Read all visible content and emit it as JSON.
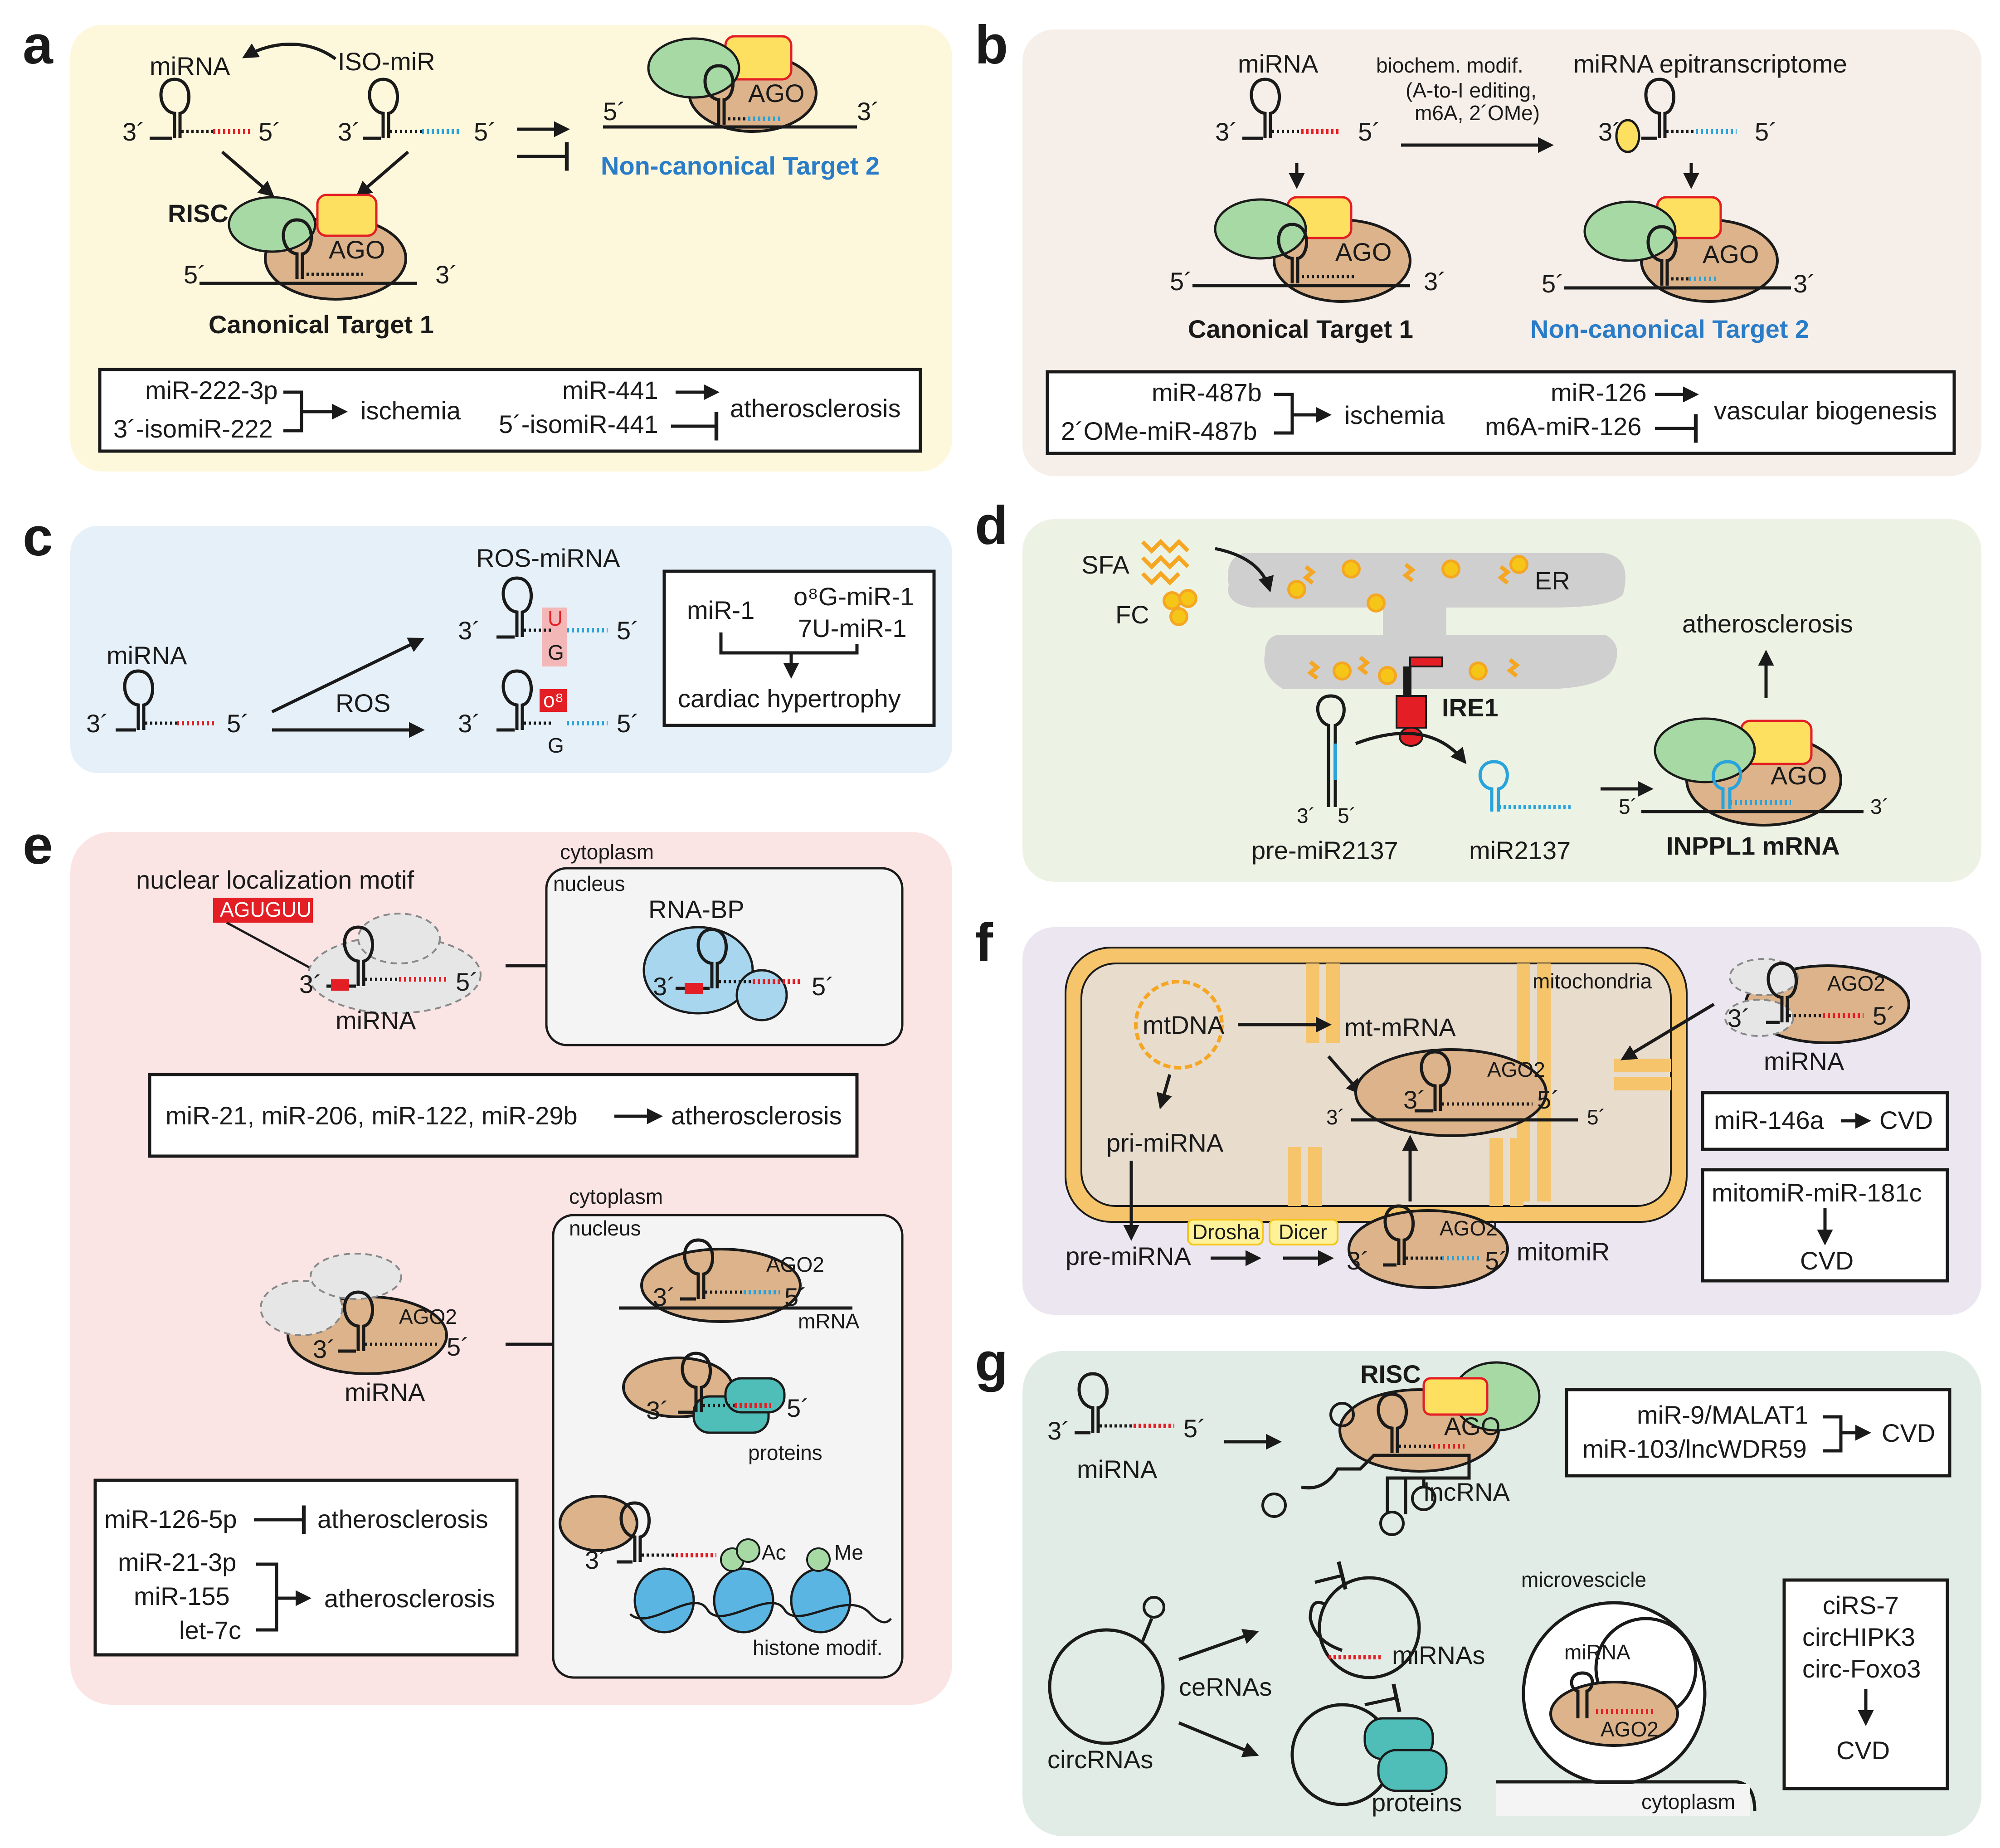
{
  "panel_labels": [
    "a",
    "b",
    "c",
    "d",
    "e",
    "f",
    "g"
  ],
  "a": {
    "mirna": "miRNA",
    "isomir": "ISO-miR",
    "risc": "RISC",
    "ago": "AGO",
    "five": "5´",
    "three": "3´",
    "canonical": "Canonical Target 1",
    "noncanonical": "Non-canonical Target 2",
    "box": {
      "l1": "miR-222-3p",
      "l2": "3´-isomiR-222",
      "res1": "ischemia",
      "l3": "miR-441",
      "l4": "5´-isomiR-441",
      "res2": "atherosclerosis"
    }
  },
  "b": {
    "mirna": "miRNA",
    "modif1": "biochem. modif.",
    "modif2": "(A-to-I editing,",
    "modif3": "m6A, 2´OMe)",
    "epi": "miRNA epitranscriptome",
    "ago": "AGO",
    "canonical": "Canonical Target 1",
    "noncanonical": "Non-canonical Target 2",
    "box": {
      "l1": "miR-487b",
      "l2": "2´OMe-miR-487b",
      "res1": "ischemia",
      "l3": "miR-126",
      "l4": "m6A-miR-126",
      "res2": "vascular biogenesis"
    }
  },
  "c": {
    "mirna": "miRNA",
    "ros": "ROS",
    "rosmirna": "ROS-miRNA",
    "u": "U",
    "g": "G",
    "o8": "o⁸",
    "box": {
      "l1": "miR-1",
      "l2": "o⁸G-miR-1",
      "l3": "7U-miR-1",
      "res": "cardiac hypertrophy"
    }
  },
  "d": {
    "sfa": "SFA",
    "fc": "FC",
    "er": "ER",
    "ire1": "IRE1",
    "pre": "pre-miR2137",
    "mir": "miR2137",
    "ath": "atherosclerosis",
    "ago": "AGO",
    "mrna": "INPPL1 mRNA"
  },
  "e": {
    "nlm": "nuclear localization motif",
    "motif": "AGUGUU",
    "mirna": "miRNA",
    "cytoplasm": "cytoplasm",
    "nucleus": "nucleus",
    "rnabp": "RNA-BP",
    "box1": "miR-21, miR-206, miR-122, miR-29b",
    "box1res": "atherosclerosis",
    "ago2": "AGO2",
    "mrna": "mRNA",
    "proteins": "proteins",
    "ac": "Ac",
    "me": "Me",
    "histone": "histone modif.",
    "box2": {
      "l1": "miR-126-5p",
      "r1": "atherosclerosis",
      "l2": "miR-21-3p",
      "l3": "miR-155",
      "l4": "let-7c",
      "r2": "atherosclerosis"
    }
  },
  "f": {
    "mtdna": "mtDNA",
    "mtmrna": "mt-mRNA",
    "mito": "mitochondria",
    "ago2": "AGO2",
    "pri": "pri-miRNA",
    "pre": "pre-miRNA",
    "drosha": "Drosha",
    "dicer": "Dicer",
    "mitomir": "mitomiR",
    "mirna": "miRNA",
    "box1": "miR-146a",
    "box1res": "CVD",
    "box2": "mitomiR-miR-181c",
    "box2res": "CVD"
  },
  "g": {
    "mirna": "miRNA",
    "risc": "RISC",
    "ago": "AGO",
    "lnc": "lncRNA",
    "box1": {
      "l1": "miR-9/MALAT1",
      "l2": "miR-103/lncWDR59",
      "res": "CVD"
    },
    "circ": "circRNAs",
    "cerna": "ceRNAs",
    "mirnas": "miRNAs",
    "proteins": "proteins",
    "microv": "microvescicle",
    "vmirna": "miRNA",
    "ago2": "AGO2",
    "cyto": "cytoplasm",
    "box2": {
      "l1": "ciRS-7",
      "l2": "circHIPK3",
      "l3": "circ-Foxo3",
      "res": "CVD"
    }
  },
  "colors": {
    "a_bg": "#fdf7dc",
    "b_bg": "#f6efe9",
    "c_bg": "#e6f0f8",
    "d_bg": "#edf3e4",
    "e_bg": "#fbe4e4",
    "f_bg": "#ebe6ef",
    "g_bg": "#e1ece6",
    "ago": "#dcb38a",
    "green": "#a7d9a5",
    "yellow": "#fde05f",
    "red": "#e31e24",
    "blue": "#29a3dc",
    "teal": "#4fbdb8",
    "orange": "#f5a623"
  }
}
